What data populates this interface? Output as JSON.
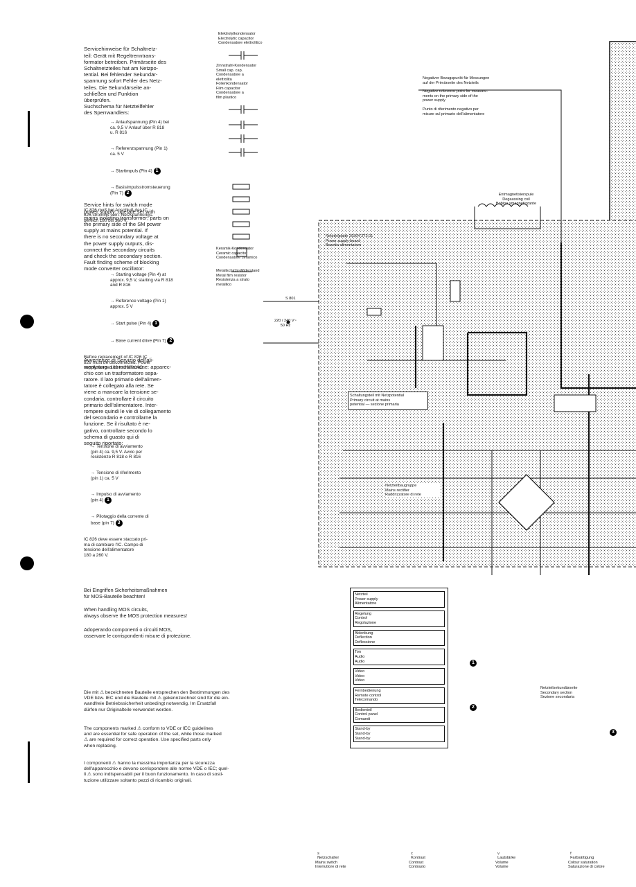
{
  "left_column": {
    "german": "Servicehinweise für Schaltnetz-\nteil: Gerät mit Regeltrenntrans-\nformator betreiben. Primärseite des\nSchaltnetzteiles hat am Netzpo-\ntential. Bei fehlender Sekundär-\nspannung sofort Fehler des Netz-\nteiles. Die Sekundärseite an-\nschließen und Funktion\nüberprüfen.\nSuchschema für Netzteilfehler\ndes Sperrwandlers:",
    "german_items": [
      "Anlaufspannung (Pin 4) bei\nca. 9,5 V Anlauf über R 818\nu. R 816",
      "Referenzspannung (Pin 1)\nca. 5 V",
      "Startimpuls (Pin 4)",
      "Basisimpulsstromsteuerung\n(Pin 7)"
    ],
    "german_note": "IC 826 muß bei Anschluß des IC\n826 stromlos sein. Netzspannungs-\nbereich 180 bis 260 V.",
    "english": "Service hints for switch mode\npower supply: operate set with\nmains isolating transformer; parts on\nthe primary side of the SM power\nsupply at mains potential. If\nthere is no secondary voltage at\nthe power supply outputs, dis-\nconnect the secondary circuits\nand check the secondary section.\nFault finding scheme of blocking\nmode converter oscillator:",
    "english_items": [
      "Starting voltage (Pin 4) at\napprox. 9,5 V, starting via R 818\nand R 816",
      "Reference voltage (Pin 1)\napprox. 5 V",
      "Start pulse (Pin 4)",
      "Base current drive (Pin 7)"
    ],
    "english_note": "Before replacement of IC 826 IC\n826 must be disconnected. Power\nsupply range 180 to 260 V AC.",
    "italian": "Avvertenze di Servizio dell'ali-\nmentatore a commutazione: apparec-\nchio con un trasformatore sepa-\nratore. Il lato primario dell'alimen-\ntatore è collegato alla rete. Se\nviene a mancare la tensione se-\ncondaria, controllare il circuito\nprimario dell'alimentatore. Inter-\nrompere quindi le vie di collegamento\ndel secondario e controllarne la\nfunzione. Se il risultato è ne-\ngativo, controllare secondo lo\nschema di guasto qui di\nseguito riportato:",
    "italian_items": [
      "Tensione di avviamento\n(pin 4) ca. 9,5 V. Avvio per\nresistenze R 818 e R 816",
      "Tensione di riferimento\n(pin 1) ca. 5 V",
      "Impulso di avviamento\n(pin 4)",
      "Pilotaggio della corrente di\nbase (pin 7)"
    ],
    "italian_note": "IC 826 deve essere staccato pri-\nma di cambiare l'IC. Campo di\ntensione dell'alimentatore\n180 a 260 V.",
    "mos_de": "Bei Eingriffen Sicherheitsmaßnahmen\nfür MOS-Bauteile beachten!",
    "mos_en": "When handling MOS circuits,\nalways observe the MOS protection measures!",
    "mos_it": "Adoperando componenti o circuiti MOS,\nosservare le corrispondenti misure di protezione.",
    "safety_de": "Die mit ⚠ bezeichneten Bauteile entsprechen den Bestimmungen des\nVDE bzw. IEC und die Bauteile mit ⚠ gekennzeichnet sind für die ein-\nwandfreie Betriebssicherheit unbedingt notwendig. Im Ersatzfall\ndürfen nur Originalteile verwendet werden.",
    "safety_en": "The components marked ⚠ conform to VDE or IEC guidelines\nand are essential for safe operation of the set, while those marked\n⚠ are required for correct operation. Use specified parts only\nwhen replacing.",
    "safety_it": "I componenti ⚠ hanno la massima importanza per la sicurezza\ndell'apparecchio e devono corrispondere alle norme VDE o IEC; quel-\nli ⚠ sono indispensabili per il buon funzionamento. In caso di sosti-\ntuzione utilizzare soltanto pezzi di ricambio originali."
  },
  "legend_column": {
    "title": "Elektrolytkondensator\nElectrolytic capacitor\nCondensatore elettrolitico",
    "items": [
      "Zinnstrahl-Kondensator\nSmall cap. cap.\nCondensatore a\nelettrolita",
      "Folienkondensator\nFilm capacitor\nCondensatore a\nfilm plastico",
      "Keramik-Kondensator\nCeramic capacitor\nCondensatore ceramico",
      "Metallschicht-Widerstand\nMetal film resistor\nResistenza a strato\nmetallico"
    ]
  },
  "reference_box": {
    "de": "Negativer Bezugspunkt für Messungen\nauf der Primärseite des Netzteils",
    "en": "Negative reference point for measure-\nments on the primary side of the\npower supply",
    "it": "Punto di riferimento negativo per\nmisure sul primario dell'alimentatore"
  },
  "schematic": {
    "board_title": "Netzteilplatte 29304-272.01\nPower supply board\nBasetta alimentatore",
    "mains_switch_label": "S 801",
    "mains_voltage": "220 / 240 V~\n50 Hz",
    "degauss_label": "Entmagnetisierspule\nDegaussing coil\nBobina smagnetizzante",
    "isolation_box": "Schaltungsteil mit Netzpotential\nPrimary circuit at mains\npotential — sezione primaria",
    "rectifier_label": "Netzteilbaugruppe\nMains rectifier\nRaddrizzatore di rete",
    "secondary_label": "Netzteilsekundärseite\nSecondary section\nSezione secondaria",
    "block_labels": [
      "Netzteil\nPower supply\nAlimentatore",
      "Regelung\nControl\nRegolazione",
      "Ablenkung\nDeflection\nDeflessione",
      "Ton\nAudio\nAudio",
      "Video\nVideo\nVideo",
      "Fernbedienung\nRemote control\nTelecomando",
      "Bedienteil\nControl panel\nComandi",
      "Stand-by\nStand-by\nStand-by"
    ],
    "badges": [
      "1",
      "2",
      "3"
    ]
  },
  "footer_legend": [
    {
      "symbol": "s",
      "text": "Netzschalter\nMains switch\nInterruttore di rete"
    },
    {
      "symbol": "c",
      "text": "Kontrast\nContrast\nContrasto"
    },
    {
      "symbol": "v",
      "text": "Lautstärke\nVolume\nVolume"
    },
    {
      "symbol": "f",
      "text": "Farbsättigung\nColour saturation\nSaturazione di colore"
    }
  ]
}
